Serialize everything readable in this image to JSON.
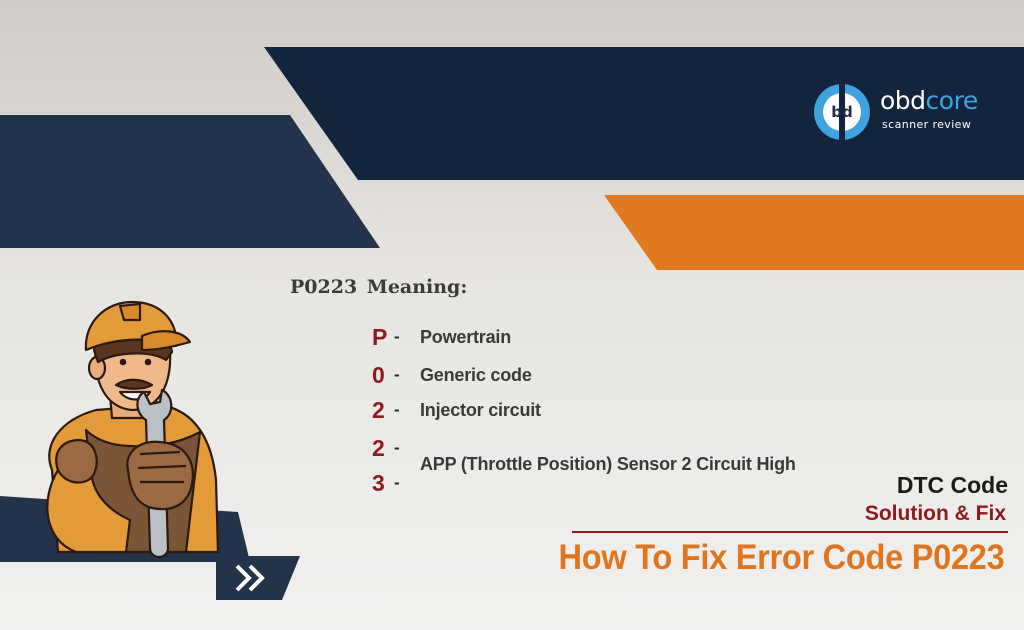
{
  "brand": {
    "logo_mark": "bd",
    "name_part1": "obd",
    "name_part2": "core",
    "tagline": "scanner review"
  },
  "meaning_title": "P0223 Meaning:",
  "code_breakdown": [
    {
      "char": "P",
      "dash": "-",
      "description": "Powertrain"
    },
    {
      "char": "0",
      "dash": "-",
      "description": "Generic code"
    },
    {
      "char": "2",
      "dash": "-",
      "description": "Injector circuit"
    },
    {
      "char": "2",
      "dash": "-",
      "description": ""
    },
    {
      "char": "3",
      "dash": "-",
      "description": ""
    }
  ],
  "combined_description": "APP (Throttle Position) Sensor 2 Circuit High",
  "label_dtc": "DTC Code",
  "label_solution": "Solution & Fix",
  "headline": "How To Fix Error Code P0223",
  "colors": {
    "navy": "#13243d",
    "slate": "#23344a",
    "orange": "#e2781f",
    "maroon": "#8e1a1f",
    "logo_blue": "#3ea3de"
  },
  "icons": [
    "mechanic-illustration",
    "double-chevron-right-icon",
    "obdcore-logo-icon"
  ]
}
